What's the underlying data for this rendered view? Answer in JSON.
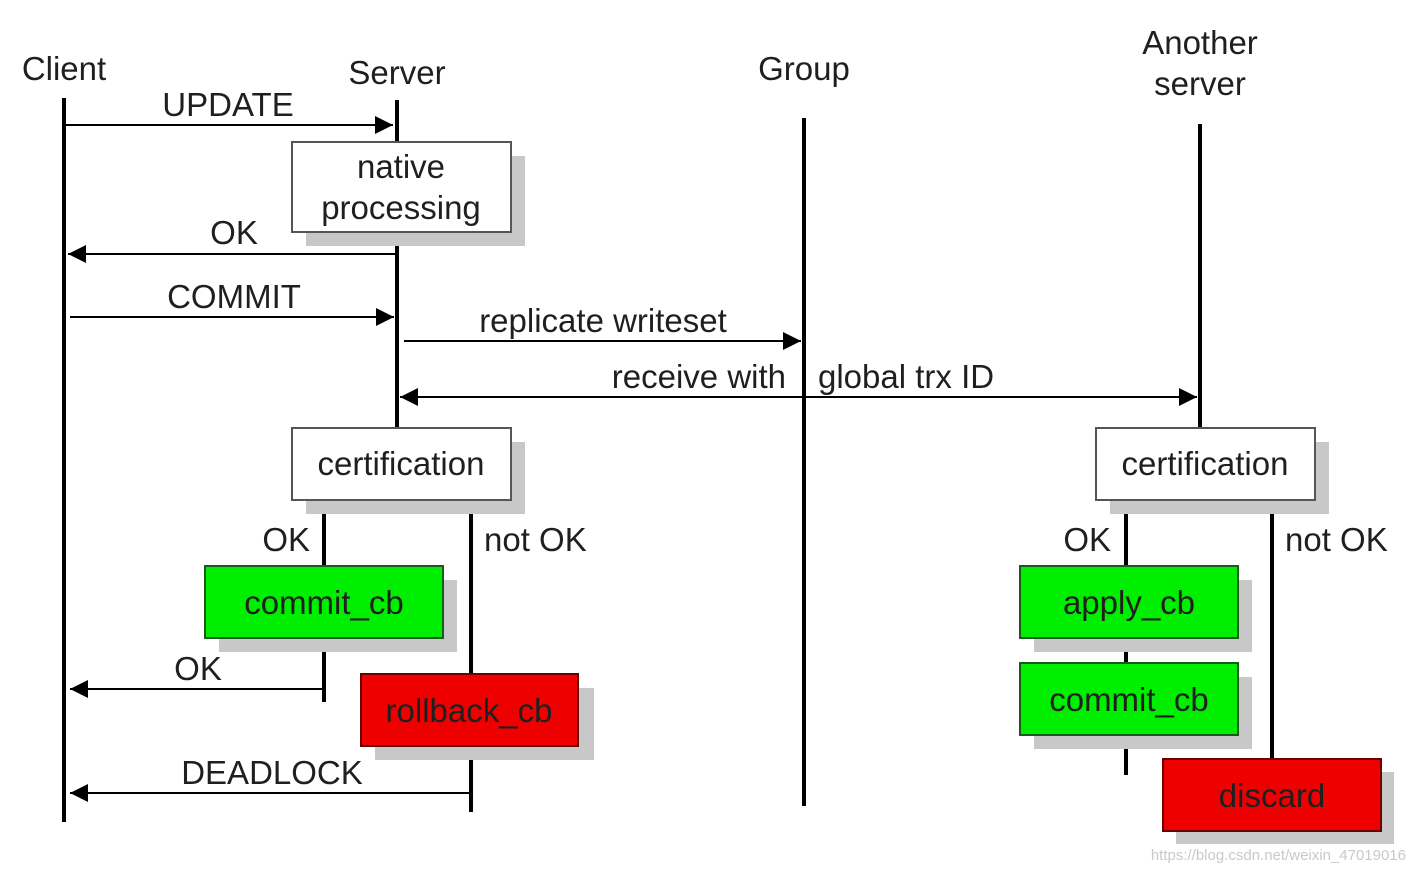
{
  "participants": {
    "client": "Client",
    "server": "Server",
    "group": "Group",
    "another_line1": "Another",
    "another_line2": "server"
  },
  "messages": {
    "update": "UPDATE",
    "ok_native": "OK",
    "commit": "COMMIT",
    "replicate": "replicate writeset",
    "receive_left": "receive with",
    "receive_right": "global trx ID",
    "ok_commit": "OK",
    "deadlock": "DEADLOCK"
  },
  "boxes": {
    "native_line1": "native",
    "native_line2": "processing",
    "cert_server": "certification",
    "cert_another": "certification",
    "commit_cb_server": "commit_cb",
    "rollback_cb": "rollback_cb",
    "apply_cb": "apply_cb",
    "commit_cb_another": "commit_cb",
    "discard": "discard"
  },
  "branches": {
    "server_ok": "OK",
    "server_not_ok": "not OK",
    "another_ok": "OK",
    "another_not_ok": "not OK"
  },
  "watermark": "https://blog.csdn.net/weixin_47019016",
  "colors": {
    "success": "#00ee00",
    "failure": "#ee0000"
  }
}
